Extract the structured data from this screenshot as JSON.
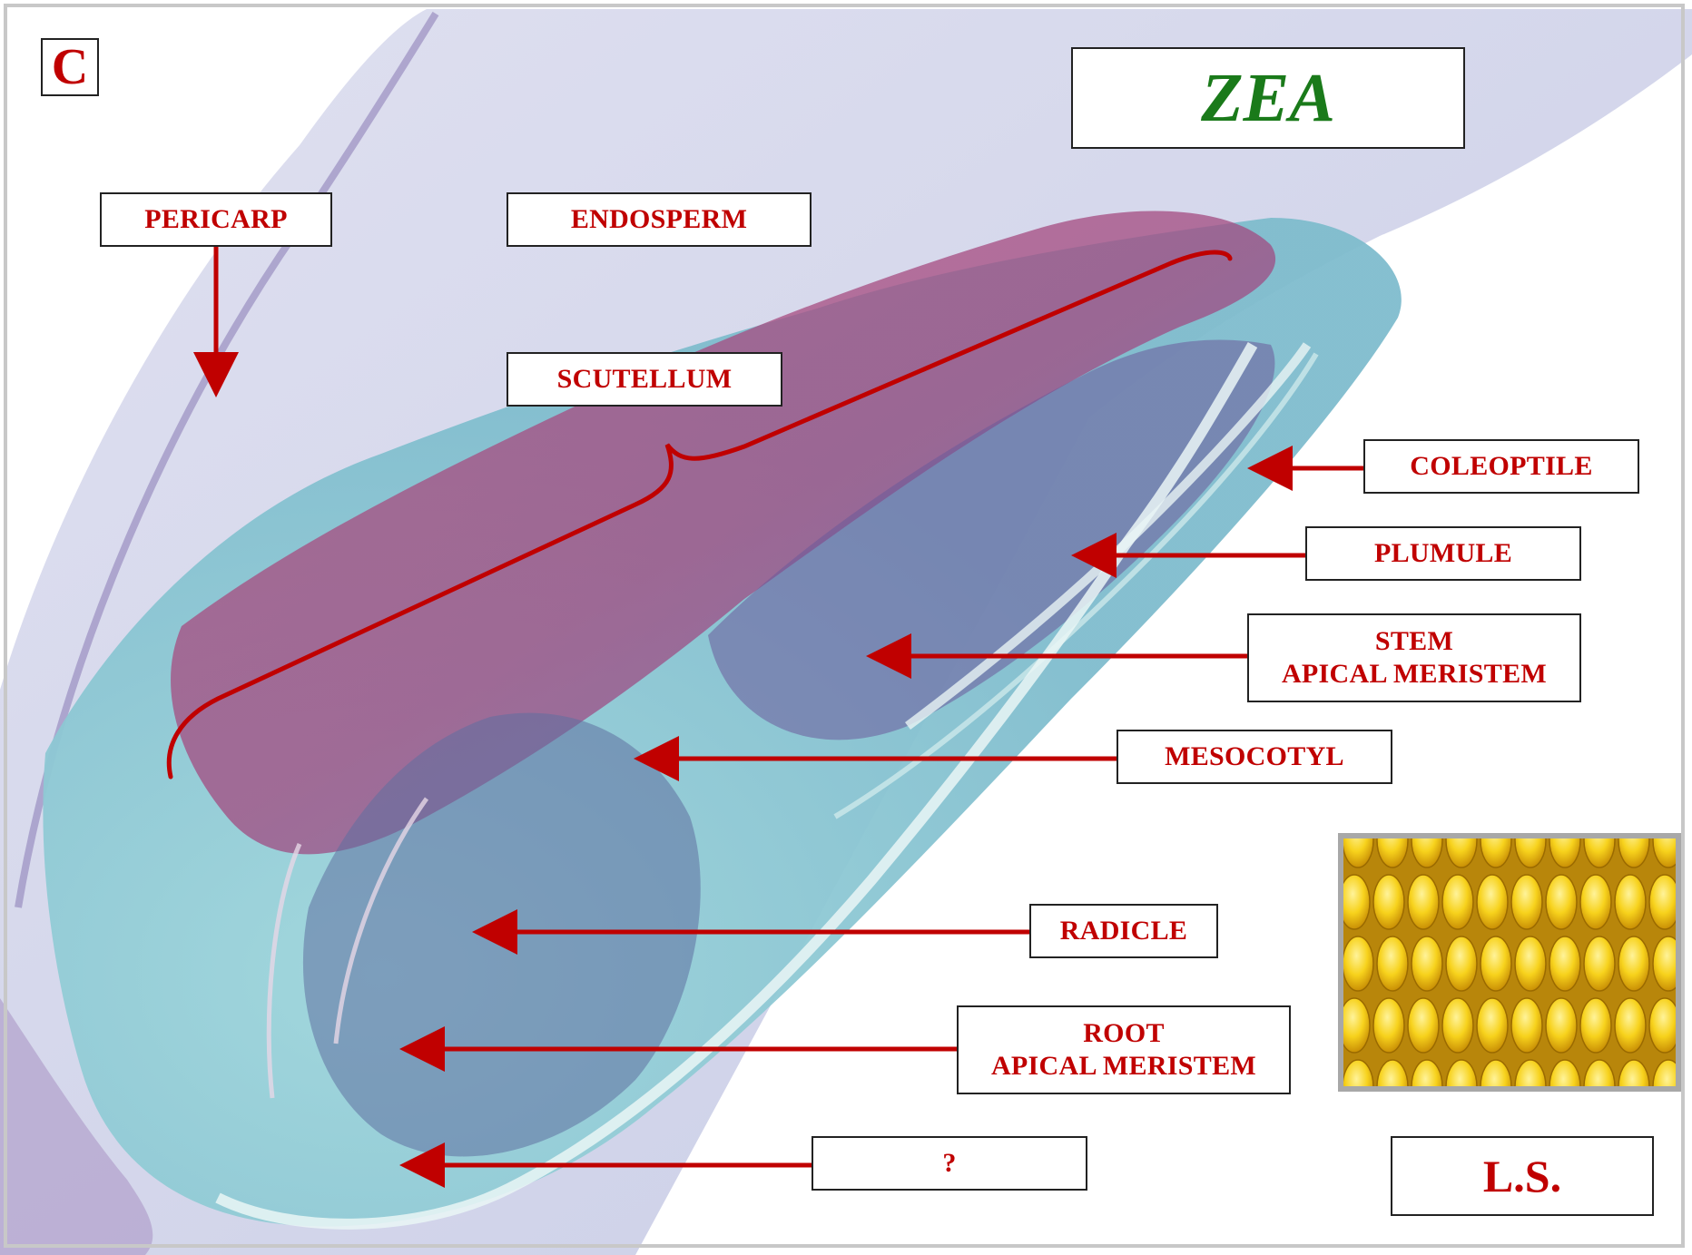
{
  "panel_letter": "C",
  "genus": "ZEA",
  "section_type": "L.S.",
  "labels": {
    "pericarp": "PERICARP",
    "endosperm": "ENDOSPERM",
    "scutellum": "SCUTELLUM",
    "coleoptile": "COLEOPTILE",
    "plumule": "PLUMULE",
    "stem_apical_meristem": "STEM\nAPICAL MERISTEM",
    "mesocotyl": "MESOCOTYL",
    "radicle": "RADICLE",
    "root_apical_meristem": "ROOT\nAPICAL MERISTEM",
    "unknown": "?"
  },
  "colors": {
    "label_text": "#c00000",
    "arrow": "#c00000",
    "genus_text": "#1a7a1a",
    "box_border": "#222222",
    "photo_frame": "#a8a8a8"
  }
}
